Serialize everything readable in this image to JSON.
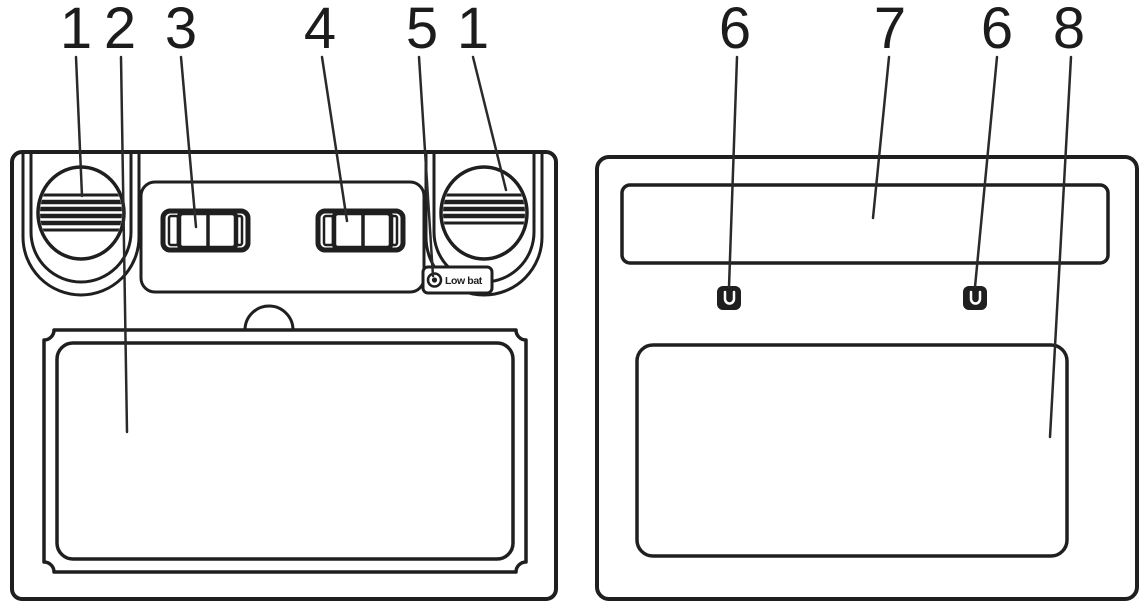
{
  "figure": {
    "type": "technical-line-diagram",
    "views": [
      "front-view",
      "rear-view"
    ],
    "background": "#ffffff",
    "line_color": "#1f1f1f"
  },
  "callouts": [
    {
      "label": "1",
      "target": "front-left-knob"
    },
    {
      "label": "2",
      "target": "front-window"
    },
    {
      "label": "3",
      "target": "slider-switch-left"
    },
    {
      "label": "4",
      "target": "slider-switch-right"
    },
    {
      "label": "5",
      "target": "low-battery-indicator"
    },
    {
      "label": "1",
      "target": "front-right-knob"
    },
    {
      "label": "6",
      "target": "rear-sensor-left"
    },
    {
      "label": "7",
      "target": "rear-top-slot"
    },
    {
      "label": "6",
      "target": "rear-sensor-right"
    },
    {
      "label": "8",
      "target": "rear-window"
    }
  ],
  "front_view": {
    "low_battery_label": "Low bat"
  }
}
